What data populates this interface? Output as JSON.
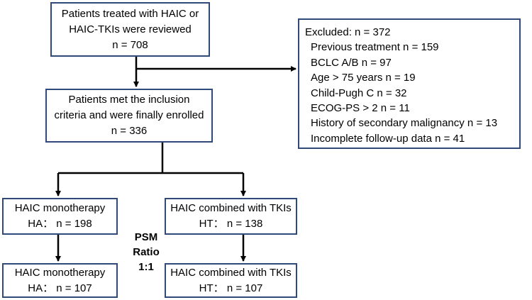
{
  "reviewed": {
    "line1": "Patients treated with HAIC or",
    "line2": "HAIC-TKIs were reviewed",
    "count": "n = 708"
  },
  "enrolled": {
    "line1": "Patients met the inclusion",
    "line2": "criteria and were finally enrolled",
    "count": "n = 336"
  },
  "excluded": {
    "title": "Excluded: n = 372",
    "items": [
      "Previous treatment n = 159",
      "BCLC A/B n = 97",
      "Age > 75 years n = 19",
      "Child-Pugh C n = 32",
      "ECOG-PS > 2 n = 11",
      "History of secondary malignancy n = 13",
      "Incomplete follow-up data n = 41"
    ]
  },
  "ha_before": {
    "label": "HAIC monotherapy",
    "count": "HA： n = 198"
  },
  "ht_before": {
    "label": "HAIC combined with TKIs",
    "count": "HT： n = 138"
  },
  "ha_after": {
    "label": "HAIC monotherapy",
    "count": "HA： n = 107"
  },
  "ht_after": {
    "label": "HAIC combined with TKIs",
    "count": "HT： n = 107"
  },
  "psm": {
    "line1": "PSM",
    "line2": "Ratio 1:1"
  },
  "colors": {
    "box_border": "#2F4A78",
    "arrow": "#000000"
  }
}
